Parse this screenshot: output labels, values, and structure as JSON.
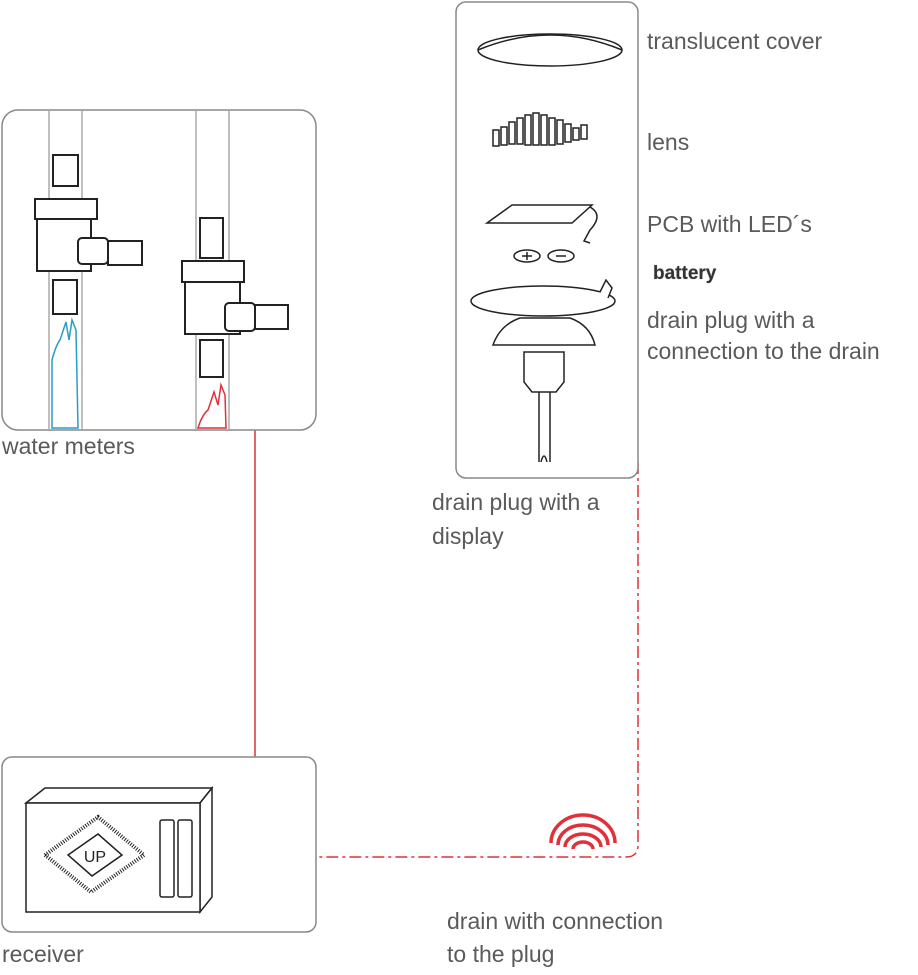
{
  "labels": {
    "water_meters": "water meters",
    "receiver": "receiver",
    "drain_display_1": "drain plug with a",
    "drain_display_2": "display",
    "drain_connection_1": "drain with connection",
    "drain_connection_2": "to the plug",
    "translucent_cover": "translucent cover",
    "lens": "lens",
    "pcb": "PCB with LED´s",
    "battery": "battery",
    "drain_plug_1": "drain plug with a",
    "drain_plug_2": "connection to the drain",
    "chip": "UP"
  },
  "colors": {
    "connection_line": "#e0303a",
    "cold_water": "#2a9bc4",
    "hot_water": "#e0303a",
    "outline": "#222222",
    "box_border": "#888888"
  },
  "icons": [
    "water-meter-icon",
    "drain-plug-exploded-icon",
    "receiver-icon",
    "wireless-signal-icon"
  ]
}
